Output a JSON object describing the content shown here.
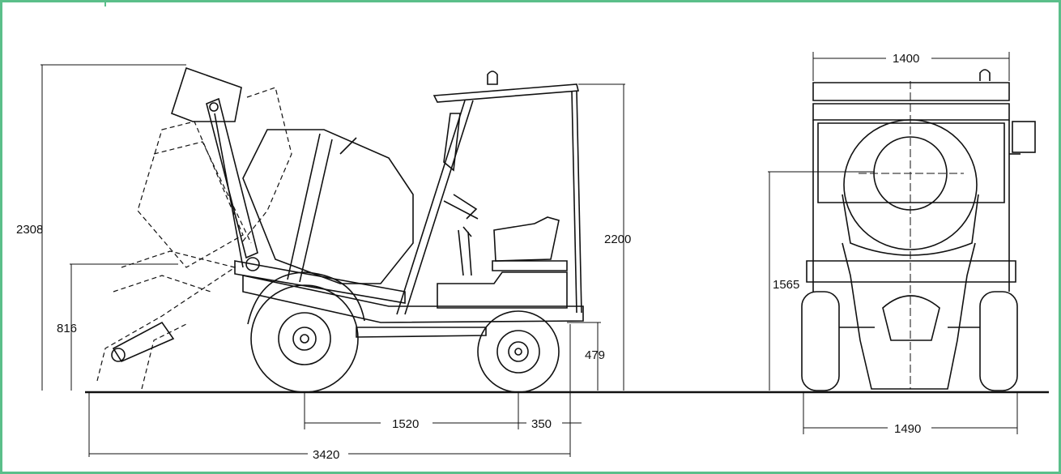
{
  "colors": {
    "frame": "#5bbf8a",
    "ink": "#111111",
    "background": "#ffffff"
  },
  "dimensions": {
    "overall_height_raised": "2308",
    "discharge_height": "816",
    "cab_height": "2200",
    "ground_clearance_axle": "479",
    "wheelbase": "1520",
    "rear_overhang": "350",
    "overall_length": "3420",
    "front_top_width": "1400",
    "drum_center_height": "1565",
    "overall_width": "1490"
  }
}
